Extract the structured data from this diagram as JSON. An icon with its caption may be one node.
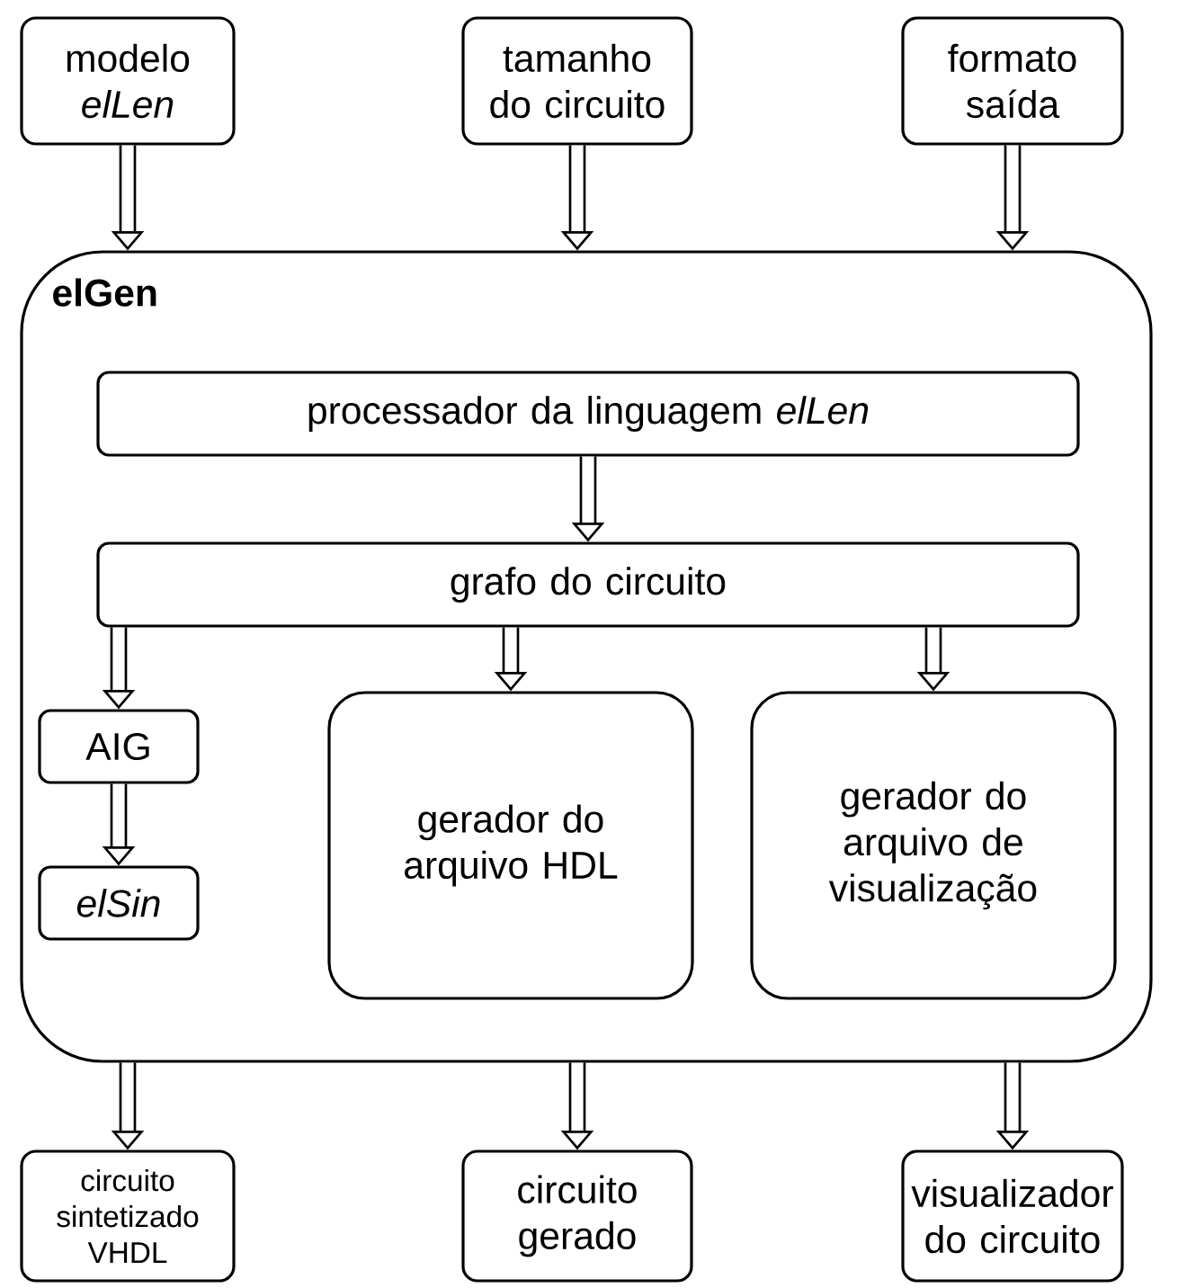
{
  "diagram": {
    "nodes": [
      {
        "text": [
          "modelo *elLen*"
        ]
      },
      {
        "text": [
          "tamanho do circuito"
        ]
      },
      {
        "text": [
          "formato saída"
        ]
      },
      {
        "text": [
          "elGen"
        ]
      },
      {
        "text": [
          "processador da linguagem *elLen*"
        ],
        "in": 3
      },
      {
        "text": [
          "grafo do circuito"
        ],
        "in": 3
      },
      {
        "text": [
          "AIG"
        ],
        "in": 3
      },
      {
        "text": [
          "elSin"
        ],
        "in": 3
      },
      {
        "text": [
          "gerador do arquivo HDL"
        ],
        "in": 3
      },
      {
        "text": [
          "gerador do arquivo de visualização"
        ],
        "in": 3
      },
      {
        "text": [
          "circuito sintetizado VHDL"
        ]
      },
      {
        "text": [
          "circuito gerado"
        ]
      },
      {
        "text": [
          "visualizador do circuito"
        ]
      }
    ],
    "edges": [
      {
        "from": 0,
        "to": 3,
        "arrow": "to"
      },
      {
        "from": 1,
        "to": 3,
        "arrow": "to"
      },
      {
        "from": 2,
        "to": 3,
        "arrow": "to"
      },
      {
        "from": 4,
        "to": 5,
        "arrow": "to"
      },
      {
        "from": 5,
        "to": 6,
        "arrow": "to"
      },
      {
        "from": 5,
        "to": 8,
        "arrow": "to"
      },
      {
        "from": 5,
        "to": 9,
        "arrow": "to"
      },
      {
        "from": 6,
        "to": 7,
        "arrow": "to"
      },
      {
        "from": 3,
        "to": 10,
        "arrow": "to"
      },
      {
        "from": 3,
        "to": 11,
        "arrow": "to"
      },
      {
        "from": 3,
        "to": 12,
        "arrow": "to"
      }
    ]
  }
}
